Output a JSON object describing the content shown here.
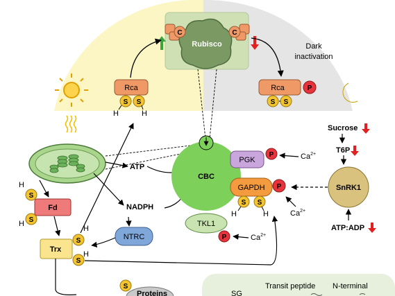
{
  "diagram": {
    "rubisco": "Rubisco",
    "c_label": "C",
    "rca_left": "Rca",
    "rca_right": "Rca",
    "dark_line1": "Dark",
    "dark_line2": "inactivation",
    "s_label": "S",
    "h_label": "H",
    "p_label": "P",
    "sucrose": "Sucrose",
    "t6p": "T6P",
    "snrk1": "SnRK1",
    "atp_adp": "ATP:ADP",
    "atp": "ATP",
    "nadph": "NADPH",
    "cbc": "CBC",
    "pgk": "PGK",
    "gapdh": "GAPDH",
    "tkl1": "TKL1",
    "ca": "Ca",
    "ca_sup": "2+",
    "fd": "Fd",
    "ntrc": "NTRC",
    "trx": "Trx",
    "proteins": "Proteins",
    "transit_peptide": "Transit peptide",
    "n_terminal": "N-terminal",
    "sg": "SG"
  },
  "colors": {
    "day_bg": "#fbf6c4",
    "night_bg": "#e5e5e5",
    "rubisco_box": "#cfe0b4",
    "rubisco_blob": "#7b9a63",
    "rca": "#ee9966",
    "s_dot": "#f4c430",
    "p_dot": "#e8323c",
    "cbc": "#7dd15a",
    "pgk": "#c9a6dc",
    "gapdh": "#f49b3f",
    "tkl1": "#c9e4b1",
    "snrk1": "#d9c27e",
    "fd": "#ef7a7a",
    "ntrc": "#7fa7d9",
    "trx": "#fae48e",
    "proteins": "#c9c9c9",
    "bottom_panel": "#e6f0dc",
    "arrow_up": "#3aa640",
    "arrow_down": "#e22020"
  },
  "icons": [
    "sun-icon",
    "moon-icon",
    "chloroplast-icon",
    "light-waves-icon",
    "down-arrow-icon",
    "up-arrow-icon"
  ]
}
